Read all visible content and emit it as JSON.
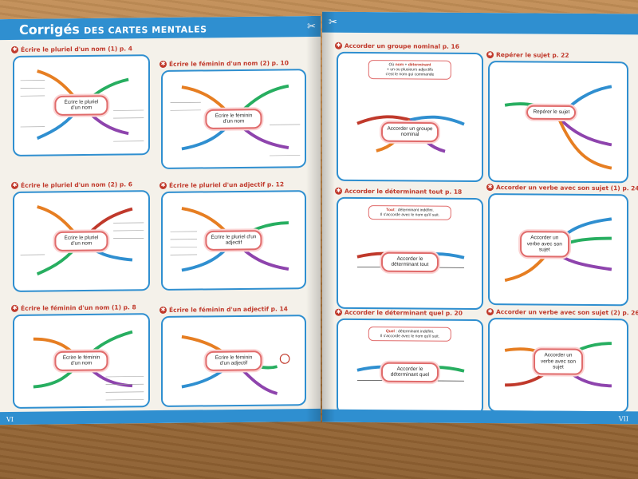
{
  "header": {
    "title_main": "Corrigés",
    "title_sub": "DES CARTES MENTALES"
  },
  "footer": {
    "left_page": "VI",
    "right_page": "VII"
  },
  "icons": {
    "scissors": "scissors-icon",
    "star": "star-icon"
  },
  "colors": {
    "header_blue": "#2f8fd0",
    "title_red": "#c0392b",
    "bubble_border": "#e06b6b"
  },
  "left_sections": [
    {
      "title": "Écrire le pluriel d'un nom (1) p. 4",
      "center": "Écrire le pluriel d'un nom"
    },
    {
      "title": "Écrire le féminin d'un nom (2) p. 10",
      "center": "Écrire le féminin d'un nom"
    },
    {
      "title": "Écrire le pluriel d'un nom (2) p. 6",
      "center": "Écrire le pluriel d'un nom"
    },
    {
      "title": "Écrire le pluriel d'un adjectif p. 12",
      "center": "Écrire le pluriel d'un adjectif"
    },
    {
      "title": "Écrire le féminin d'un nom (1) p. 8",
      "center": "Écrire le féminin d'un nom"
    },
    {
      "title": "Écrire le féminin d'un adjectif p. 14",
      "center": "Écrire le féminin d'un adjectif"
    }
  ],
  "right_sections": [
    {
      "title": "Accorder un groupe nominal p. 16",
      "center": "Accorder un groupe nominal"
    },
    {
      "title": "Repérer le sujet p. 22",
      "center": "Repérer le sujet"
    },
    {
      "title": "Accorder le déterminant tout p. 18",
      "center": "Accorder le déterminant tout"
    },
    {
      "title": "Accorder un verbe avec son sujet (1) p. 24",
      "center": "Accorder un verbe avec son sujet"
    },
    {
      "title": "Accorder le déterminant quel p. 20",
      "center": "Accorder le déterminant quel"
    },
    {
      "title": "Accorder un verbe avec son sujet (2) p. 26",
      "center": "Accorder un verbe avec son sujet"
    }
  ],
  "boxes": {
    "gn_line1": "Où ",
    "gn_nom": "nom",
    "gn_mid": " + ",
    "gn_det": "déterminant",
    "gn_line2": "+ un ou plusieurs adjectifs",
    "gn_line3": "c'est le nom qui commande",
    "tout_label": "Tout",
    "tout_line1": " : déterminant indéfini.",
    "tout_line2": "Il s'accorde avec le nom qu'il suit.",
    "quel_label": "Quel",
    "quel_line1": " : déterminant indéfini.",
    "quel_line2": "Il s'accorde avec le nom qu'il suit."
  }
}
